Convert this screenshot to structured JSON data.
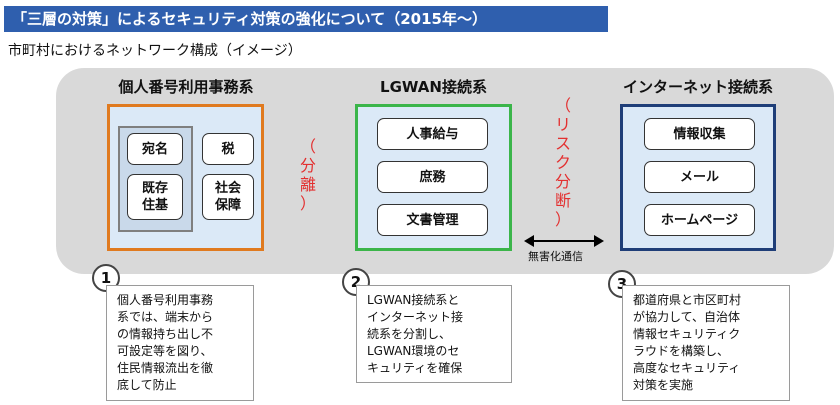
{
  "title": "「三層の対策」によるセキュリティ対策の強化について（2015年～）",
  "subtitle": "市町村におけるネットワーク構成（イメージ）",
  "systems": [
    {
      "title": "個人番号利用事務系",
      "items": [
        "宛名",
        "既存\n住基",
        "税",
        "社会\n保障"
      ]
    },
    {
      "title": "LGWAN接続系",
      "items": [
        "人事給与",
        "庶務",
        "文書管理"
      ]
    },
    {
      "title": "インターネット接続系",
      "items": [
        "情報収集",
        "メール",
        "ホームページ"
      ]
    }
  ],
  "separation_label": "（\n分\n離\n）",
  "risk_label": "（\nリ\nス\nク\n分\n断\n）",
  "network_label": "無害化通信",
  "notes": [
    {
      "number": "1",
      "text": "個人番号利用事務\n系では、端末から\nの情報持ち出し不\n可設定等を図り、\n住民情報流出を徹\n底して防止"
    },
    {
      "number": "2",
      "text": "LGWAN接続系と\nインターネット接\n続系を分割し、\nLGWAN環境のセ\nキュリティを確保"
    },
    {
      "number": "3",
      "text": "都道府県と市区町村\nが協力して、自治体\n情報セキュリティク\nラウドを構築し、\n高度なセキュリティ\n対策を実施"
    }
  ],
  "colors": {
    "title_bg": "#2f5fae",
    "box1_border": "#e07a1f",
    "box2_border": "#3bb54a",
    "box3_border": "#1f3e78",
    "red_text": "#e33030"
  }
}
